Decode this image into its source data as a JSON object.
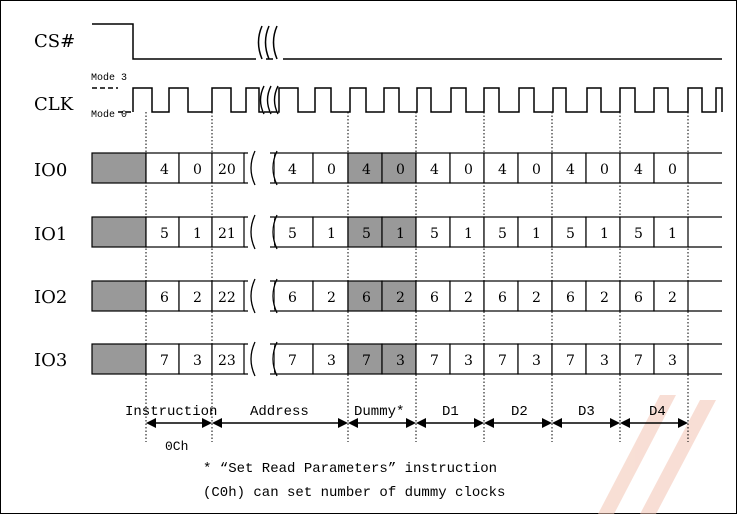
{
  "signals": {
    "cs": "CS#",
    "clk": "CLK",
    "io0": "IO0",
    "io1": "IO1",
    "io2": "IO2",
    "io3": "IO3"
  },
  "clk_modes": {
    "mode3": "Mode 3",
    "mode0": "Mode 0"
  },
  "bus_rows": [
    {
      "cells": [
        "4",
        "0",
        "20",
        "4",
        "0",
        "4",
        "0",
        "4",
        "0",
        "4",
        "0",
        "4",
        "0",
        "4",
        "0"
      ]
    },
    {
      "cells": [
        "5",
        "1",
        "21",
        "5",
        "1",
        "5",
        "1",
        "5",
        "1",
        "5",
        "1",
        "5",
        "1",
        "5",
        "1"
      ]
    },
    {
      "cells": [
        "6",
        "2",
        "22",
        "6",
        "2",
        "6",
        "2",
        "6",
        "2",
        "6",
        "2",
        "6",
        "2",
        "6",
        "2"
      ]
    },
    {
      "cells": [
        "7",
        "3",
        "23",
        "7",
        "3",
        "7",
        "3",
        "7",
        "3",
        "7",
        "3",
        "7",
        "3",
        "7",
        "3"
      ]
    }
  ],
  "phases": {
    "instruction": "Instruction",
    "address": "Address",
    "dummy": "Dummy*",
    "d1": "D1",
    "d2": "D2",
    "d3": "D3",
    "d4": "D4",
    "opcode": "0Ch"
  },
  "footnote": {
    "line1": "* “Set Read Parameters” instruction",
    "line2": "(C0h) can set number of dummy clocks"
  },
  "colors": {
    "shade": "#999999",
    "line": "#000000",
    "watermark": "#f6d3c8"
  }
}
